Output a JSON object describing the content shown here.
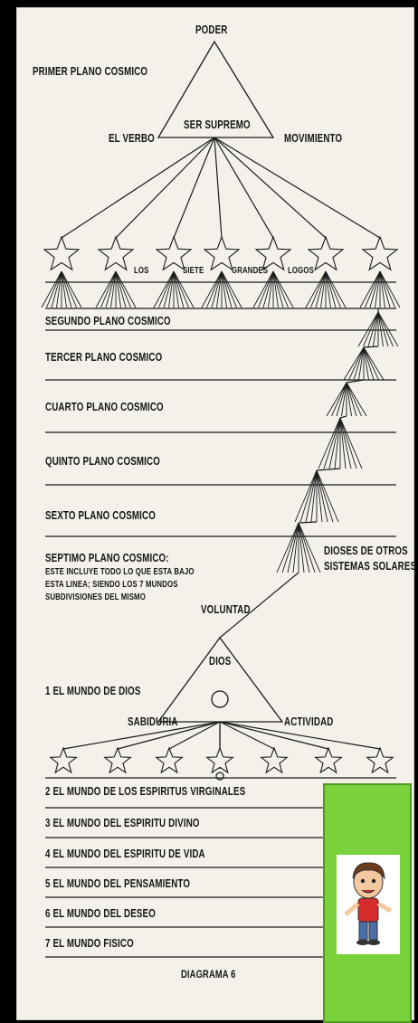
{
  "diagram": {
    "planes": {
      "poder": "PODER",
      "primer_plano": "PRIMER PLANO COSMICO",
      "el_verbo": "EL VERBO",
      "ser_supremo": "SER SUPREMO",
      "movimiento": "MOVIMIENTO",
      "los": "LOS",
      "siete": "SIETE",
      "grandes": "GRANDES",
      "logos": "LOGOS",
      "segundo": "SEGUNDO PLANO COSMICO",
      "tercer": "TERCER PLANO COSMICO",
      "cuarto": "CUARTO PLANO COSMICO",
      "quinto": "QUINTO PLANO COSMICO",
      "sexto": "SEXTO PLANO COSMICO",
      "septimo": "SEPTIMO PLANO COSMICO:",
      "septimo_note_1": "ESTE INCLUYE TODO LO QUE ESTA BAJO",
      "septimo_note_2": "ESTA LINEA; SIENDO LOS 7 MUNDOS",
      "septimo_note_3": "SUBDIVISIONES DEL MISMO",
      "dioses_1": "DIOSES DE OTROS",
      "dioses_2": "SISTEMAS SOLARES"
    },
    "dios": {
      "voluntad": "VOLUNTAD",
      "dios": "DIOS",
      "sabiduria": "SABIDURIA",
      "actividad": "ACTIVIDAD"
    },
    "mundos": [
      "1  EL MUNDO DE DIOS",
      "2  EL MUNDO DE LOS ESPIRITUS VIRGINALES",
      "3  EL MUNDO DEL ESPIRITU DIVINO",
      "4  EL MUNDO DEL ESPIRITU DE VIDA",
      "5  EL MUNDO DEL PENSAMIENTO",
      "6  EL MUNDO DEL DESEO",
      "7  EL MUNDO FISICO"
    ],
    "caption": "DIAGRAMA 6",
    "colors": {
      "overlay": "#79d23b",
      "overlay_border": "#4f9a22",
      "ink": "#151515",
      "paper": "#f4f1ea"
    }
  }
}
